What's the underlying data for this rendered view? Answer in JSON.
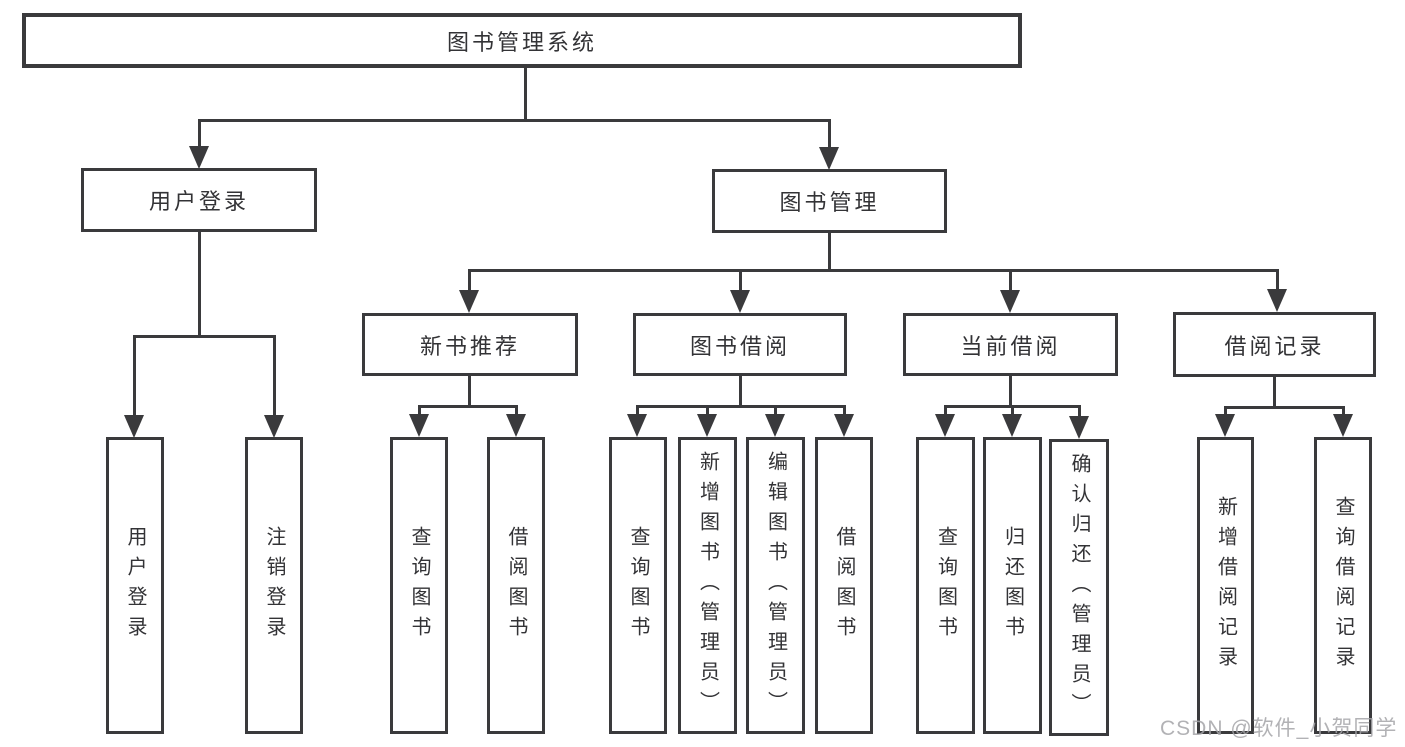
{
  "tree": {
    "root": {
      "label": "图书管理系统"
    },
    "branches": [
      {
        "label": "用户登录",
        "leaves": [
          {
            "label": "用户登录"
          },
          {
            "label": "注销登录"
          }
        ]
      },
      {
        "label": "图书管理",
        "groups": [
          {
            "label": "新书推荐",
            "leaves": [
              {
                "label": "查询图书"
              },
              {
                "label": "借阅图书"
              }
            ]
          },
          {
            "label": "图书借阅",
            "leaves": [
              {
                "label": "查询图书"
              },
              {
                "label": "新增图书（管理员）"
              },
              {
                "label": "编辑图书（管理员）"
              },
              {
                "label": "借阅图书"
              }
            ]
          },
          {
            "label": "当前借阅",
            "leaves": [
              {
                "label": "查询图书"
              },
              {
                "label": "归还图书"
              },
              {
                "label": "确认归还（管理员）"
              }
            ]
          },
          {
            "label": "借阅记录",
            "leaves": [
              {
                "label": "新增借阅记录"
              },
              {
                "label": "查询借阅记录"
              }
            ]
          }
        ]
      }
    ]
  },
  "watermark": {
    "text": "CSDN @软件_小贺同学"
  },
  "colors": {
    "line": "#3a3a3c",
    "text": "#333336",
    "watermark": "#a5a5a8",
    "background": "#ffffff"
  }
}
